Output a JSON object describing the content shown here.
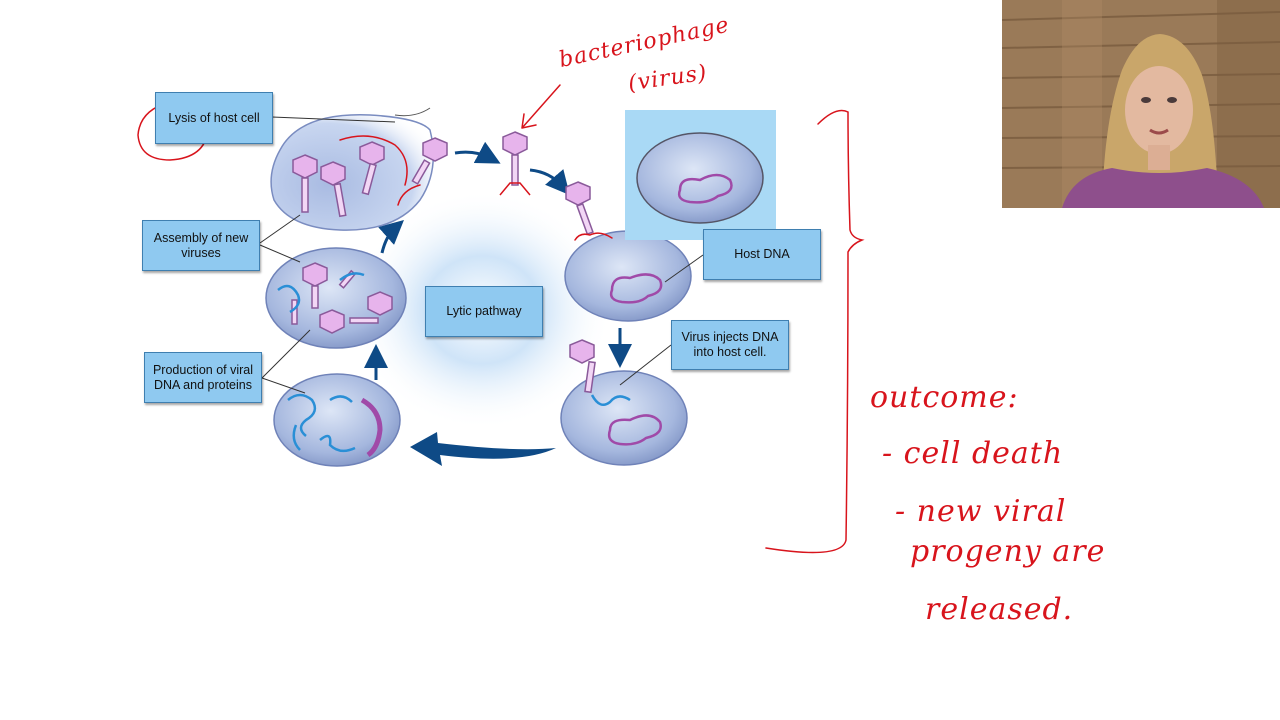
{
  "diagram": {
    "labels": {
      "lysis": "Lysis of host cell",
      "assembly": "Assembly of new viruses",
      "production": "Production of viral DNA and proteins",
      "pathway": "Lytic pathway",
      "host_dna": "Host DNA",
      "inject": "Virus injects DNA into host cell."
    }
  },
  "annotations": {
    "bacteriophage": "bacteriophage",
    "virus": "(virus)",
    "outcome_title": "outcome:",
    "outcome_item_1": "- cell death",
    "outcome_item_2_line1": "- new viral",
    "outcome_item_2_line2": "progeny are",
    "outcome_item_2_line3": "released."
  },
  "colors": {
    "label_fill": "#8fc9f0",
    "cell_fill": "#9fb3dc",
    "arrow_blue": "#0e4a86",
    "annotation_red": "#d8141c",
    "viral_dna": "#2a8fd6",
    "host_dna": "#a04aa8"
  }
}
